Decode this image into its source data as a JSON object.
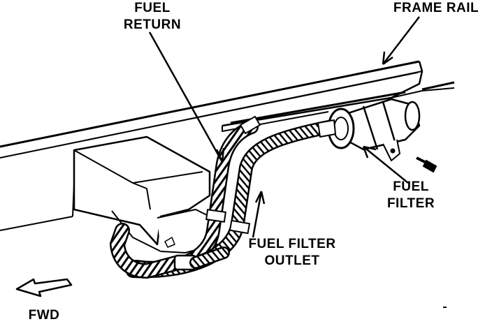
{
  "colors": {
    "ink": "#000000",
    "paper": "#ffffff"
  },
  "labels": {
    "fuel_return": [
      "FUEL",
      "RETURN"
    ],
    "frame_rail": "FRAME RAIL",
    "fuel_filter": [
      "FUEL",
      "FILTER"
    ],
    "fuel_filter_outlet": [
      "FUEL FILTER",
      "OUTLET"
    ],
    "fwd": "FWD"
  },
  "icons": {
    "direction_arrow": "fwd-arrow-icon"
  }
}
